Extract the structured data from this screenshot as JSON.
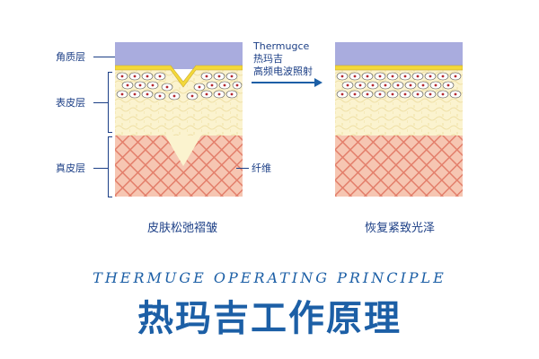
{
  "labels": {
    "stratum_corneum": "角质层",
    "epidermis": "表皮层",
    "dermis": "真皮层",
    "fiber": "纤维"
  },
  "arrow": {
    "line1": "Thermugce",
    "line2": "热玛吉",
    "line3": "高频电波照射"
  },
  "captions": {
    "before": "皮肤松弛褶皱",
    "after": "恢复紧致光泽"
  },
  "subtitle": "THERMUGE OPERATING PRINCIPLE",
  "title": "热玛吉工作原理",
  "colors": {
    "primary": "#1c5fa6",
    "label": "#1c3f86",
    "top_layer": "#a9acde",
    "corneum": "#f3d83a",
    "epidermis": "#fbf3cf",
    "dermis_bg": "#f6c6b2",
    "fiber": "#e37f6b",
    "cell_nucleus": "#b4282e"
  }
}
